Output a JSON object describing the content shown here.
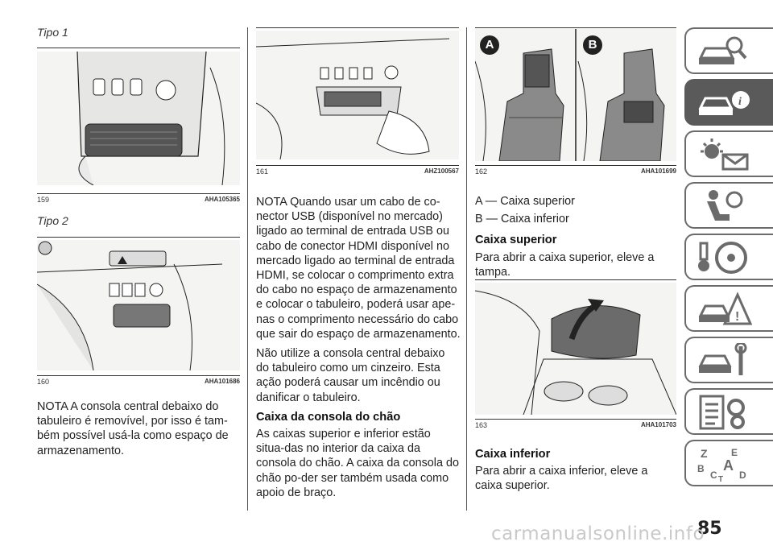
{
  "col1": {
    "tipo1": "Tipo 1",
    "fig159": {
      "num": "159",
      "code": "AHA105365"
    },
    "tipo2": "Tipo 2",
    "fig160": {
      "num": "160",
      "code": "AHA101686"
    },
    "nota": "NOTA  A consola central debaixo do tabuleiro é removível, por isso é tam-bém possível usá-la como espaço de armazenamento."
  },
  "col2": {
    "fig161": {
      "num": "161",
      "code": "AHZ100567"
    },
    "nota1": "NOTA  Quando usar um cabo de co-nector USB (disponível no mercado) ligado ao terminal de entrada USB ou cabo de conector HDMI disponível no mercado ligado ao terminal de entrada HDMI, se colocar o comprimento extra do cabo no espaço de armazenamento e colocar o tabuleiro, poderá usar ape-nas o comprimento necessário do cabo que sair do espaço de armazenamento.",
    "warning": "Não utilize a consola central debaixo do tabuleiro como um cinzeiro. Esta ação poderá causar um incêndio ou danificar o tabuleiro.",
    "heading": "Caixa da consola do chão",
    "body": "As caixas superior e inferior estão situa-das no interior da caixa da consola do chão. A caixa da consola do chão po-der ser também usada como apoio de braço."
  },
  "col3": {
    "fig162": {
      "num": "162",
      "code": "AHA101699",
      "label_a": "A",
      "label_b": "B"
    },
    "legend_a": "A — Caixa superior",
    "legend_b": "B — Caixa inferior",
    "heading_sup": "Caixa superior",
    "text_sup": "Para abrir a caixa superior, eleve a tampa.",
    "fig163": {
      "num": "163",
      "code": "AHA101703"
    },
    "heading_inf": "Caixa inferior",
    "text_inf": "Para abrir a caixa inferior, eleve a caixa superior."
  },
  "sidebar": {
    "tabs": [
      {
        "icon": "car-search-icon",
        "active": false
      },
      {
        "icon": "car-info-icon",
        "active": true
      },
      {
        "icon": "warning-light-mail-icon",
        "active": false
      },
      {
        "icon": "seat-airbag-icon",
        "active": false
      },
      {
        "icon": "key-steering-wheel-icon",
        "active": false
      },
      {
        "icon": "car-warning-triangle-icon",
        "active": false
      },
      {
        "icon": "car-wrench-icon",
        "active": false
      },
      {
        "icon": "checklist-gears-icon",
        "active": false
      },
      {
        "icon": "alphabet-index-icon",
        "active": false
      }
    ],
    "index_letters": [
      "Z",
      "E",
      "A",
      "B",
      "C",
      "T",
      "D"
    ]
  },
  "page_number": "85",
  "watermark": "carmanualsonline.info"
}
